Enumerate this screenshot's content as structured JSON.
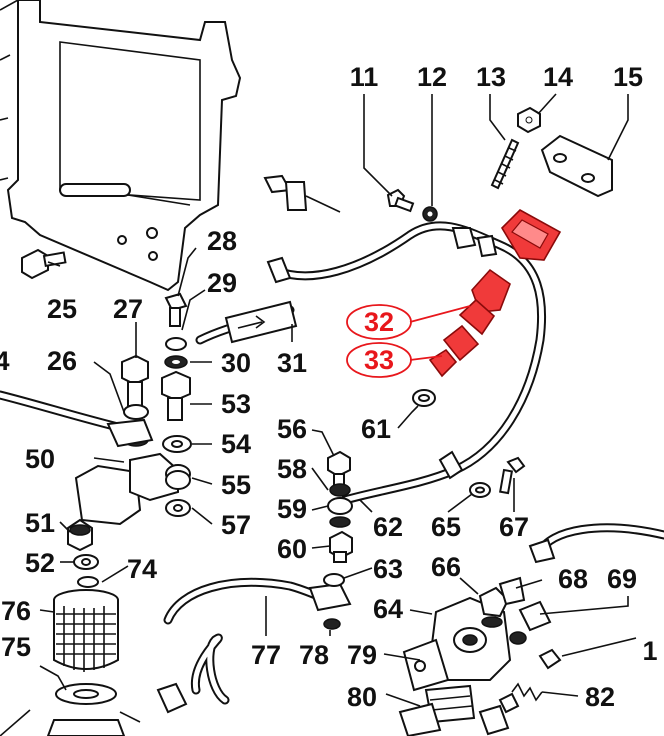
{
  "labels": [
    {
      "id": "11",
      "text": "11",
      "color": "#111111"
    },
    {
      "id": "12",
      "text": "12",
      "color": "#111111"
    },
    {
      "id": "13",
      "text": "13",
      "color": "#111111"
    },
    {
      "id": "14",
      "text": "14",
      "color": "#111111"
    },
    {
      "id": "15",
      "text": "15",
      "color": "#111111"
    },
    {
      "id": "28",
      "text": "28",
      "color": "#111111"
    },
    {
      "id": "29",
      "text": "29",
      "color": "#111111"
    },
    {
      "id": "25",
      "text": "25",
      "color": "#111111"
    },
    {
      "id": "27",
      "text": "27",
      "color": "#111111"
    },
    {
      "id": "26",
      "text": "26",
      "color": "#111111"
    },
    {
      "id": "30",
      "text": "30",
      "color": "#111111"
    },
    {
      "id": "31",
      "text": "31",
      "color": "#111111"
    },
    {
      "id": "32",
      "text": "32",
      "color": "#e8171c"
    },
    {
      "id": "33",
      "text": "33",
      "color": "#e8171c"
    },
    {
      "id": "53",
      "text": "53",
      "color": "#111111"
    },
    {
      "id": "4",
      "text": "4",
      "color": "#111111"
    },
    {
      "id": "61",
      "text": "61",
      "color": "#111111"
    },
    {
      "id": "56",
      "text": "56",
      "color": "#111111"
    },
    {
      "id": "54",
      "text": "54",
      "color": "#111111"
    },
    {
      "id": "50",
      "text": "50",
      "color": "#111111"
    },
    {
      "id": "58",
      "text": "58",
      "color": "#111111"
    },
    {
      "id": "55",
      "text": "55",
      "color": "#111111"
    },
    {
      "id": "59",
      "text": "59",
      "color": "#111111"
    },
    {
      "id": "62",
      "text": "62",
      "color": "#111111"
    },
    {
      "id": "65",
      "text": "65",
      "color": "#111111"
    },
    {
      "id": "67",
      "text": "67",
      "color": "#111111"
    },
    {
      "id": "51",
      "text": "51",
      "color": "#111111"
    },
    {
      "id": "57",
      "text": "57",
      "color": "#111111"
    },
    {
      "id": "60",
      "text": "60",
      "color": "#111111"
    },
    {
      "id": "52",
      "text": "52",
      "color": "#111111"
    },
    {
      "id": "74",
      "text": "74",
      "color": "#111111"
    },
    {
      "id": "63",
      "text": "63",
      "color": "#111111"
    },
    {
      "id": "66",
      "text": "66",
      "color": "#111111"
    },
    {
      "id": "68",
      "text": "68",
      "color": "#111111"
    },
    {
      "id": "69",
      "text": "69",
      "color": "#111111"
    },
    {
      "id": "76",
      "text": "76",
      "color": "#111111"
    },
    {
      "id": "64",
      "text": "64",
      "color": "#111111"
    },
    {
      "id": "75",
      "text": "75",
      "color": "#111111"
    },
    {
      "id": "77",
      "text": "77",
      "color": "#111111"
    },
    {
      "id": "78",
      "text": "78",
      "color": "#111111"
    },
    {
      "id": "79",
      "text": "79",
      "color": "#111111"
    },
    {
      "id": "1",
      "text": "1",
      "color": "#111111"
    },
    {
      "id": "80",
      "text": "80",
      "color": "#111111"
    },
    {
      "id": "82",
      "text": "82",
      "color": "#111111"
    }
  ],
  "highlight_color": "#e8171c"
}
